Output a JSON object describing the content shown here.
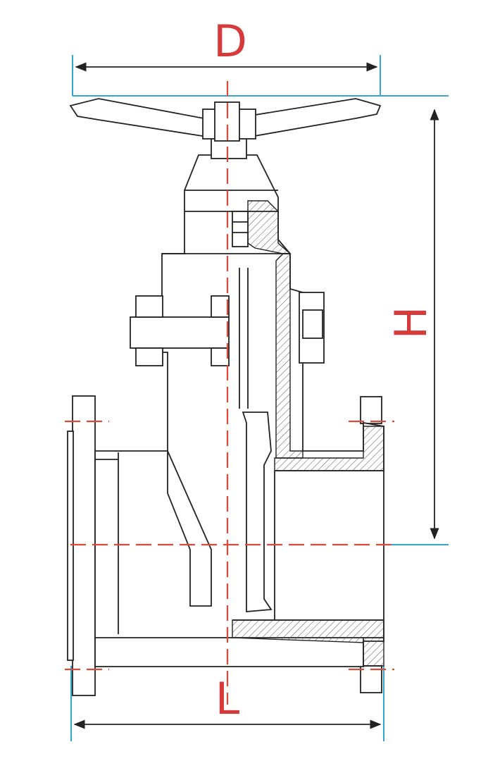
{
  "diagram": {
    "labels": {
      "diameter": "D",
      "height": "H",
      "length": "L"
    },
    "colors": {
      "label": "#d63a3a",
      "centerline": "#d94a3a",
      "extension": "#35a7cf",
      "outline": "#222222",
      "hatch": "#555555",
      "background": "#ffffff"
    }
  }
}
